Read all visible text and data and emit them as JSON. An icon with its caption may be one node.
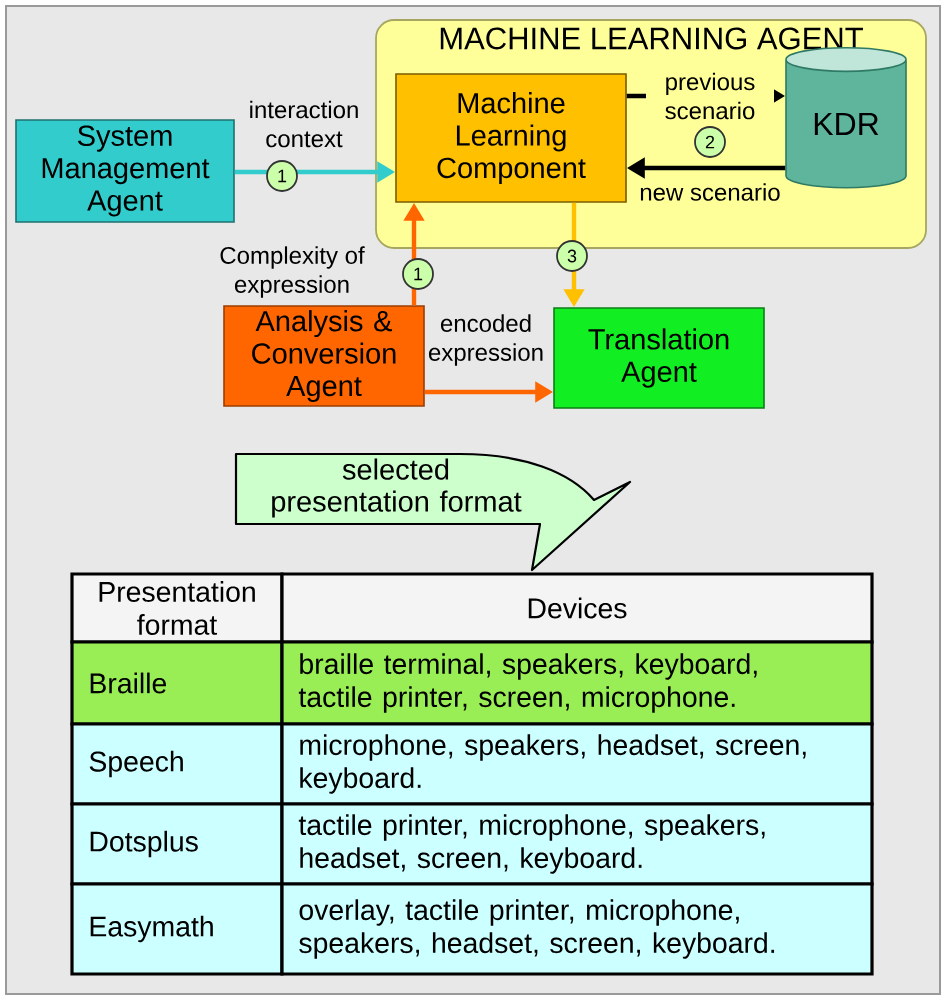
{
  "diagram": {
    "nodes": [
      {
        "text": [
          "MACHINE LEARNING AGENT"
        ]
      },
      {
        "text": [
          "Machine Learning Component"
        ],
        "in": 0
      },
      {
        "text": [
          "KDR"
        ],
        "in": 0
      },
      {
        "text": [
          "System Management Agent"
        ]
      },
      {
        "text": [
          "Analysis & Conversion Agent"
        ]
      },
      {
        "text": [
          "Translation Agent"
        ]
      },
      {
        "text": [
          "selected presentation format"
        ]
      }
    ],
    "edges": [
      {
        "from": 3,
        "to": 1,
        "arrow": "to",
        "label": "interaction context",
        "color": "#33cccc"
      },
      {
        "from": 1,
        "to": 2,
        "arrow": "to",
        "label": "previous scenario"
      },
      {
        "from": 2,
        "to": 1,
        "arrow": "to",
        "label": "new scenario"
      },
      {
        "from": 1,
        "to": 5,
        "arrow": "to",
        "color": "#ffc000"
      },
      {
        "from": 4,
        "to": 1,
        "arrow": "to",
        "label": "Complexity of expression",
        "color": "#ff6600"
      },
      {
        "from": 4,
        "to": 5,
        "arrow": "to",
        "label": "encoded expression",
        "color": "#ff6600"
      }
    ],
    "labels": [
      "2",
      "1",
      "3",
      "1",
      "Presentation format",
      "Devices",
      "Braille",
      "braille terminal, speakers, keyboard, tactile printer, screen, microphone.",
      "Speech",
      "microphone, speakers, headset, screen, keyboard.",
      "Dotsplus",
      "tactile printer, microphone, speakers, headset, screen, keyboard.",
      "Easymath",
      "overlay, tactile printer, microphone, speakers, headset, screen, keyboard."
    ]
  }
}
